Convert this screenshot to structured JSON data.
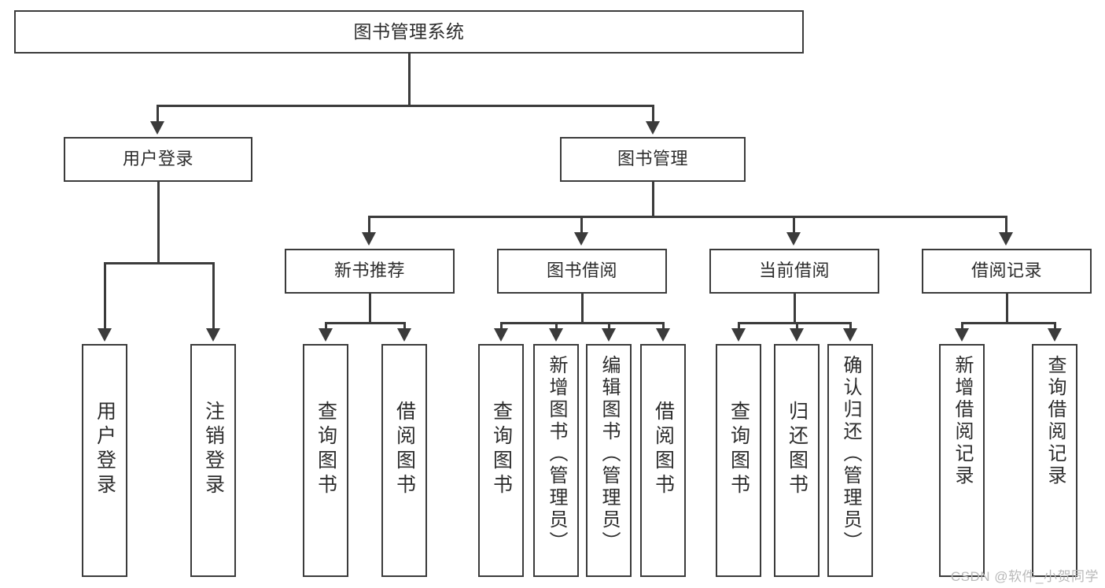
{
  "diagram": {
    "type": "tree",
    "title": "图书管理系统",
    "watermark": "CSDN @软件_小贺同学",
    "colors": {
      "box_border": "#3b3b3b",
      "box_fill": "#ffffff",
      "text": "#2c2c2c",
      "line": "#3b3b3b",
      "watermark": "#b9b9b9"
    },
    "levels": {
      "root": [
        "图书管理系统"
      ],
      "level2": [
        "用户登录",
        "图书管理"
      ],
      "level3": [
        "新书推荐",
        "图书借阅",
        "当前借阅",
        "借阅记录"
      ],
      "leaves": [
        "用户登录",
        "注销登录",
        "查询图书",
        "借阅图书",
        "查询图书",
        "新增图书（管理员）",
        "编辑图书（管理员）",
        "借阅图书",
        "查询图书",
        "归还图书",
        "确认归还（管理员）",
        "新增借阅记录",
        "查询借阅记录"
      ]
    },
    "nodes": {
      "root": {
        "label": "图书管理系统"
      },
      "user_login": {
        "label": "用户登录"
      },
      "book_mgmt": {
        "label": "图书管理"
      },
      "new_book_rec": {
        "label": "新书推荐"
      },
      "book_borrow": {
        "label": "图书借阅"
      },
      "current_borrow": {
        "label": "当前借阅"
      },
      "borrow_record": {
        "label": "借阅记录"
      },
      "leaf_user_login": {
        "label": "用户登录"
      },
      "leaf_user_logout": {
        "label": "注销登录"
      },
      "leaf_rec_query": {
        "label": "查询图书"
      },
      "leaf_rec_borrow": {
        "label": "借阅图书"
      },
      "leaf_borrow_query": {
        "label": "查询图书"
      },
      "leaf_borrow_add": {
        "label": "新增图书（管理员）"
      },
      "leaf_borrow_edit": {
        "label": "编辑图书（管理员）"
      },
      "leaf_borrow_lend": {
        "label": "借阅图书"
      },
      "leaf_cur_query": {
        "label": "查询图书"
      },
      "leaf_cur_return": {
        "label": "归还图书"
      },
      "leaf_cur_confirm": {
        "label": "确认归还（管理员）"
      },
      "leaf_rec_add": {
        "label": "新增借阅记录"
      },
      "leaf_rec_search": {
        "label": "查询借阅记录"
      }
    }
  }
}
